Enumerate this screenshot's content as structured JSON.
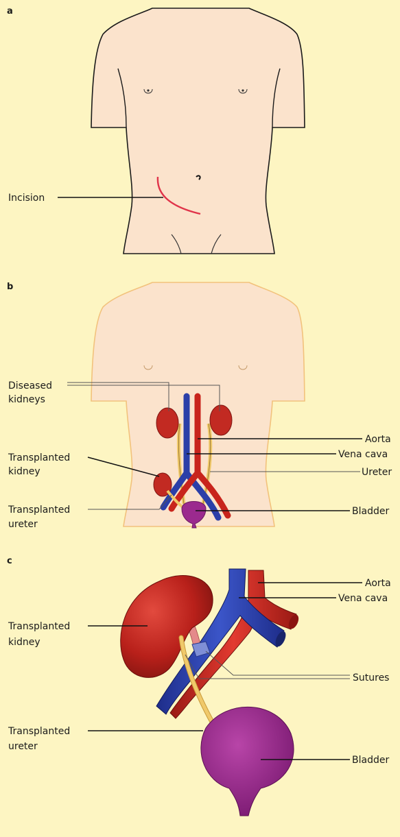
{
  "panels": {
    "a": {
      "letter": "a",
      "labels": {
        "incision": "Incision"
      }
    },
    "b": {
      "letter": "b",
      "labels": {
        "diseased_1": "Diseased",
        "diseased_2": "kidneys",
        "aorta": "Aorta",
        "vena_cava": "Vena cava",
        "ureter": "Ureter",
        "transplanted_kidney_1": "Transplanted",
        "transplanted_kidney_2": "kidney",
        "transplanted_ureter_1": "Transplanted",
        "transplanted_ureter_2": "ureter",
        "bladder": "Bladder"
      }
    },
    "c": {
      "letter": "c",
      "labels": {
        "aorta": "Aorta",
        "vena_cava": "Vena cava",
        "transplanted_kidney_1": "Transplanted",
        "transplanted_kidney_2": "kidney",
        "sutures": "Sutures",
        "transplanted_ureter_1": "Transplanted",
        "transplanted_ureter_2": "ureter",
        "bladder": "Bladder"
      }
    }
  },
  "colors": {
    "background": "#fdf5c2",
    "skin": "#fbe3cc",
    "incision": "#e0344a",
    "kidney": "#c22a22",
    "artery": "#d22a22",
    "vein": "#2b3fa8",
    "ureter": "#f0c96a",
    "bladder": "#9b2a8e"
  }
}
